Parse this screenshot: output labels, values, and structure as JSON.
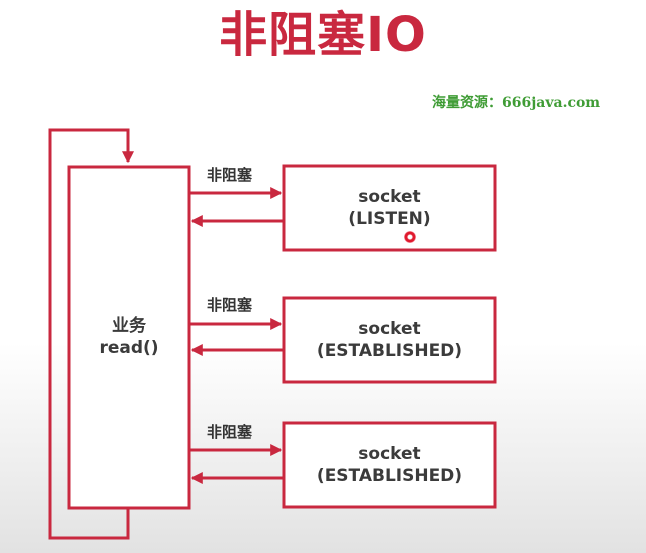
{
  "title": "非阻塞IO",
  "watermark": "海量资源：666java.com",
  "colors": {
    "accent": "#c9283f",
    "watermark": "#3f9c35",
    "text": "#3b3b3b"
  },
  "business": {
    "line1": "业务",
    "line2": "read()"
  },
  "sockets": [
    {
      "name": "socket",
      "state": "(LISTEN)",
      "arrow_label": "非阻塞"
    },
    {
      "name": "socket",
      "state": "(ESTABLISHED)",
      "arrow_label": "非阻塞"
    },
    {
      "name": "socket",
      "state": "(ESTABLISHED)",
      "arrow_label": "非阻塞"
    }
  ]
}
